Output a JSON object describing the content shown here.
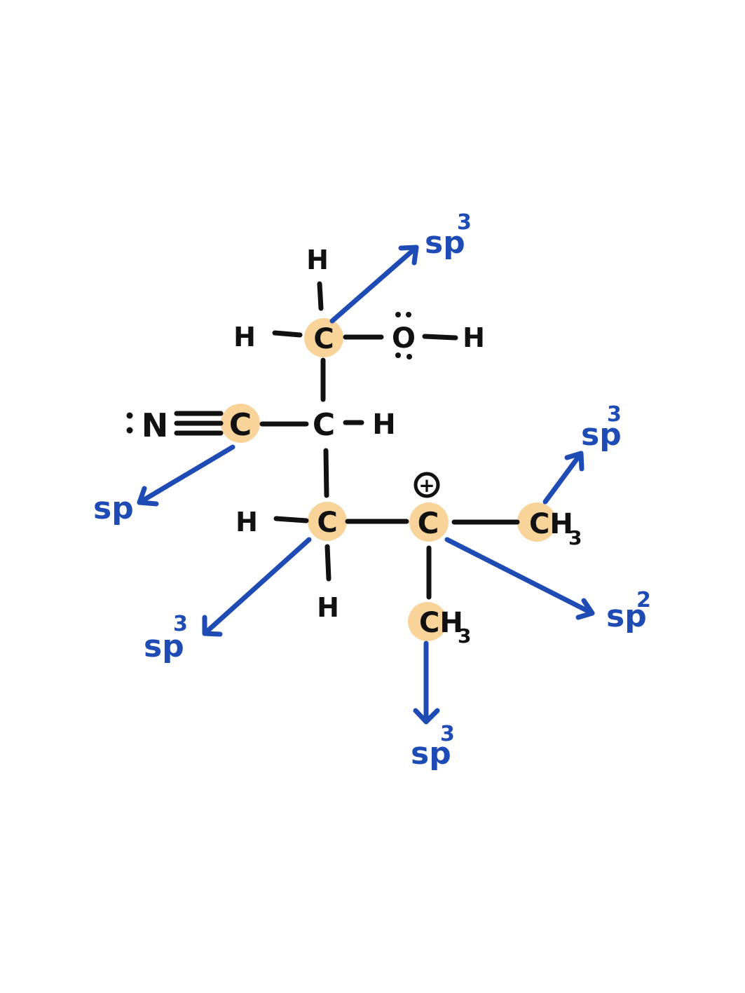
{
  "colors": {
    "bond": "#111111",
    "highlight": "#f9d49a",
    "arrow": "#1f4bb4"
  },
  "atoms": {
    "h_top": "H",
    "h_left_top": "H",
    "c_top": "C",
    "o": "O",
    "h_o": "H",
    "n": "N",
    "c_nitrile": "C",
    "c_mid": "C",
    "h_mid": "H",
    "h_left_bottom": "H",
    "c_ch2": "C",
    "h_below": "H",
    "c_cation": "C",
    "ch3_right": "CH",
    "ch3_right_sub": "3",
    "ch3_down": "CH",
    "ch3_down_sub": "3",
    "charge": "+"
  },
  "hybridization_labels": {
    "top": {
      "base": "sp",
      "sup": "3"
    },
    "nitrile": {
      "base": "sp",
      "sup": ""
    },
    "ch3_right": {
      "base": "sp",
      "sup": "3"
    },
    "cation": {
      "base": "sp",
      "sup": "2"
    },
    "ch2": {
      "base": "sp",
      "sup": "3"
    },
    "ch3_down": {
      "base": "sp",
      "sup": "3"
    }
  }
}
